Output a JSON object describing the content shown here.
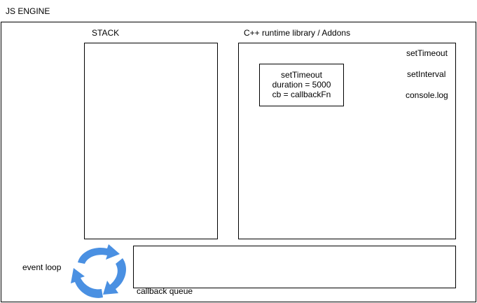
{
  "engine": {
    "title": "JS ENGINE"
  },
  "stack": {
    "title": "STACK"
  },
  "runtime": {
    "title": "C++ runtime library / Addons",
    "apis": [
      "setTimeout",
      "setInterval",
      "console.log"
    ],
    "timer_box": {
      "lines": [
        "setTimeout",
        "duration = 5000",
        "cb = callbackFn"
      ]
    }
  },
  "event_loop": {
    "label": "event loop",
    "icon": "cycle-arrows-icon",
    "color": "#4A90E2"
  },
  "callback_queue": {
    "label": "callback queue"
  }
}
